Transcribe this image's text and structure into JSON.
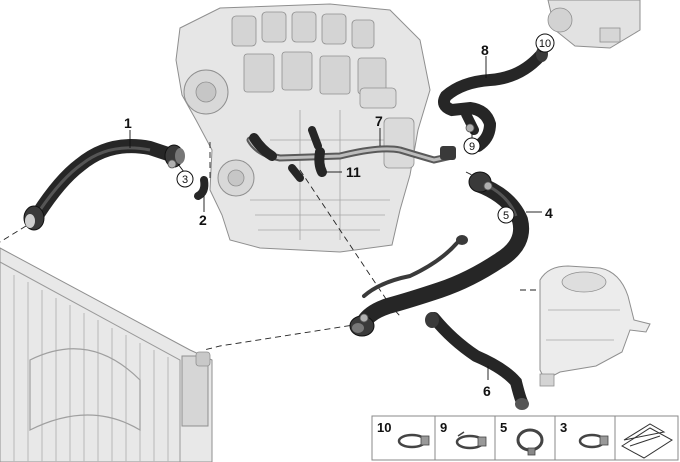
{
  "callouts": {
    "c1": "1",
    "c2": "2",
    "c3": "3",
    "c4": "4",
    "c5": "5",
    "c6": "6",
    "c7": "7",
    "c8": "8",
    "c9": "9",
    "c10": "10",
    "c11": "11"
  },
  "legend": {
    "items": [
      "10",
      "9",
      "5",
      "3"
    ]
  },
  "colors": {
    "hose": "#262626",
    "engine": "#e3e3e3",
    "engine_line": "#9a9a9a",
    "radiator": "#dcdcdc",
    "clamp": "#b0b0b0"
  }
}
